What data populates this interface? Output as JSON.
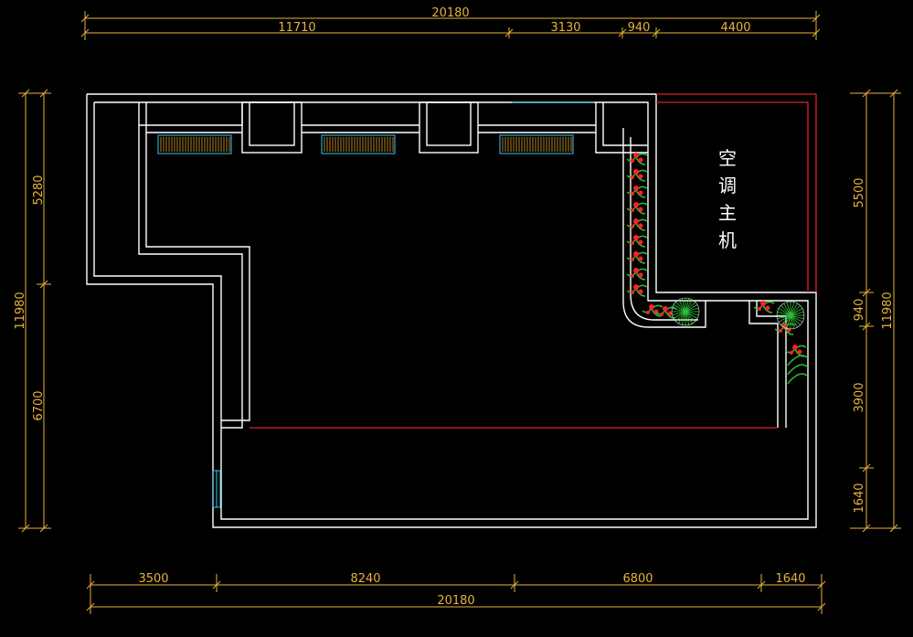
{
  "top_dims": {
    "overall": "20180",
    "seg1": "11710",
    "seg2": "3130",
    "seg3": "940",
    "seg4": "4400"
  },
  "bottom_dims": {
    "seg1": "3500",
    "seg2": "8240",
    "seg3": "6800",
    "seg4": "1640",
    "overall": "20180"
  },
  "left_dims": {
    "overall": "11980",
    "seg_upper": "5280",
    "seg_lower": "6700"
  },
  "right_dims": {
    "seg1": "5500",
    "seg2": "940",
    "seg3": "3900",
    "seg4": "1640",
    "overall": "11980"
  },
  "room_label": {
    "char1": "空",
    "char2": "调",
    "char3": "主",
    "char4": "机"
  },
  "colors": {
    "dimension": "#e8b23a",
    "wall": "#ffffff",
    "red_line": "#e0202a",
    "cyan": "#3cc8e8",
    "plant_green": "#2fbf3a",
    "flower_red": "#ff2020"
  }
}
